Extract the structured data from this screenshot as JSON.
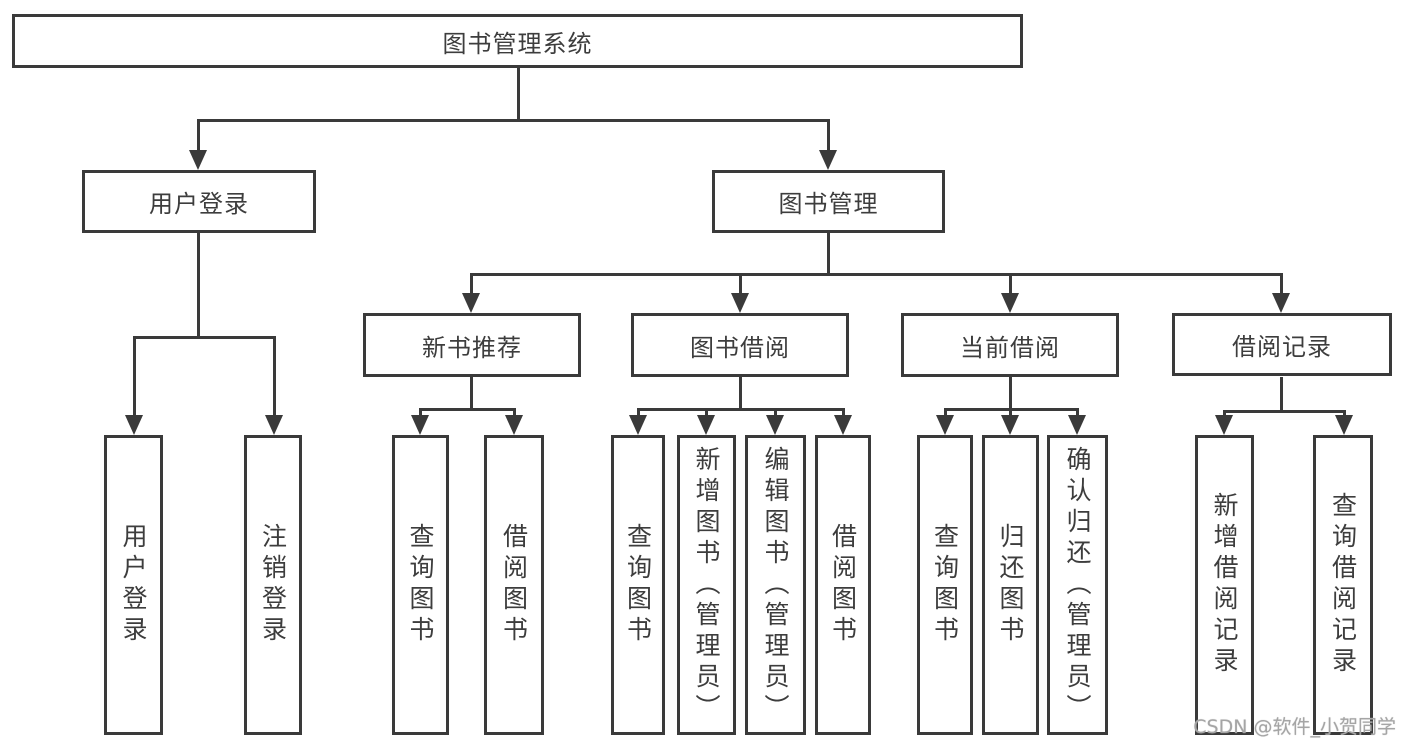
{
  "diagram_title": "图书管理系统",
  "watermark": "CSDN @软件_小贺同学",
  "colors": {
    "line": "#3a3a3a",
    "box_background": "#ffffff",
    "text": "#3d3d3d",
    "watermark": "#a5a5a5"
  },
  "nodes": {
    "root": {
      "label": "图书管理系统"
    },
    "user_login_group": {
      "label": "用户登录"
    },
    "book_mgmt": {
      "label": "图书管理"
    },
    "new_book_rec": {
      "label": "新书推荐"
    },
    "book_borrow": {
      "label": "图书借阅"
    },
    "current_borrow": {
      "label": "当前借阅"
    },
    "borrow_records": {
      "label": "借阅记录"
    },
    "leaf_user_login": {
      "label": "用户登录"
    },
    "leaf_logout": {
      "label": "注销登录"
    },
    "leaf_query_book_1": {
      "label": "查询图书"
    },
    "leaf_borrow_book_1": {
      "label": "借阅图书"
    },
    "leaf_query_book_2": {
      "label": "查询图书"
    },
    "leaf_add_book": {
      "label": "新增图书（管理员）"
    },
    "leaf_edit_book": {
      "label": "编辑图书（管理员）"
    },
    "leaf_borrow_book_2": {
      "label": "借阅图书"
    },
    "leaf_query_book_3": {
      "label": "查询图书"
    },
    "leaf_return_book": {
      "label": "归还图书"
    },
    "leaf_confirm_return": {
      "label": "确认归还（管理员）"
    },
    "leaf_add_borrow_record": {
      "label": "新增借阅记录"
    },
    "leaf_query_borrow_record": {
      "label": "查询借阅记录"
    }
  },
  "hierarchy": {
    "图书管理系统": {
      "用户登录": [
        "用户登录",
        "注销登录"
      ],
      "图书管理": {
        "新书推荐": [
          "查询图书",
          "借阅图书"
        ],
        "图书借阅": [
          "查询图书",
          "新增图书（管理员）",
          "编辑图书（管理员）",
          "借阅图书"
        ],
        "当前借阅": [
          "查询图书",
          "归还图书",
          "确认归还（管理员）"
        ],
        "借阅记录": [
          "新增借阅记录",
          "查询借阅记录"
        ]
      }
    }
  }
}
